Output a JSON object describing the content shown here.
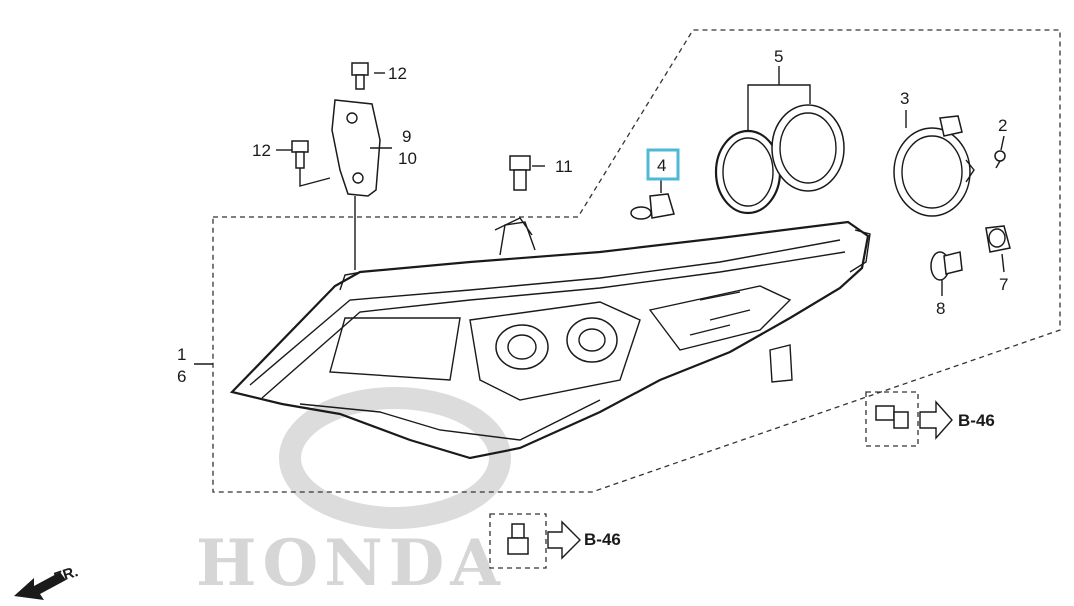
{
  "watermark": "HONDA",
  "direction_label": "FR.",
  "callouts": {
    "n1": "1",
    "n2": "2",
    "n3": "3",
    "n4": "4",
    "n5": "5",
    "n6": "6",
    "n7": "7",
    "n8": "8",
    "n9": "9",
    "n10": "10",
    "n11": "11",
    "n12a": "12",
    "n12b": "12"
  },
  "references": {
    "ref_right": "B-46",
    "ref_bottom": "B-46"
  },
  "colors": {
    "highlight": "#4fb8d4",
    "ink": "#1a1a1a",
    "watermark": "#d6d6d6"
  }
}
